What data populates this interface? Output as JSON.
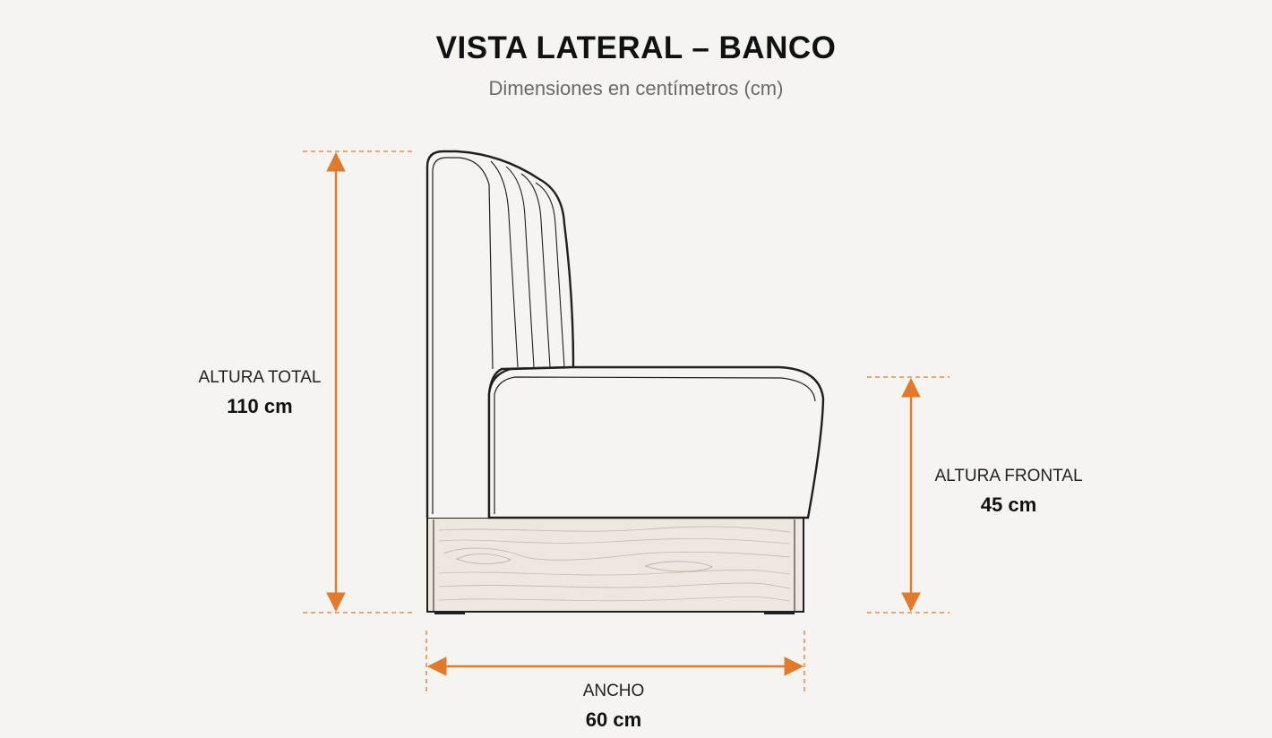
{
  "header": {
    "title": "VISTA LATERAL – BANCO",
    "subtitle": "Dimensiones en centímetros (cm)"
  },
  "dimensions": {
    "total_height": {
      "label": "ALTURA TOTAL",
      "value": "110 cm"
    },
    "front_height": {
      "label": "ALTURA FRONTAL",
      "value": "45 cm"
    },
    "width": {
      "label": "ANCHO",
      "value": "60 cm"
    }
  },
  "colors": {
    "accent": "#e07a2c",
    "outline": "#1f1f1f",
    "base_wood": "#ede7df",
    "background": "#f6f4f1"
  }
}
